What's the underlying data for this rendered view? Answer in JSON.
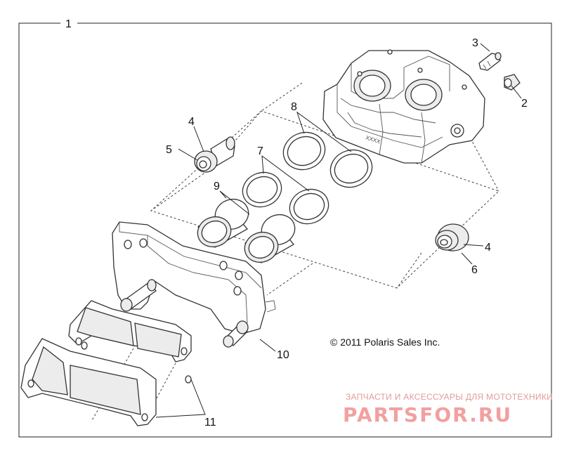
{
  "callouts": {
    "c1": "1",
    "c2": "2",
    "c3": "3",
    "c4a": "4",
    "c4b": "4",
    "c5": "5",
    "c6": "6",
    "c7": "7",
    "c8": "8",
    "c9": "9",
    "c10": "10",
    "c11": "11"
  },
  "copyright": "© 2011 Polaris Sales Inc.",
  "watermark": {
    "tagline": "ЗАПЧАСТИ И АКСЕССУАРЫ ДЛЯ МОТОТЕХНИКИ",
    "brand": "PARTSFOR.RU"
  },
  "caliper_marking": "XXXX"
}
